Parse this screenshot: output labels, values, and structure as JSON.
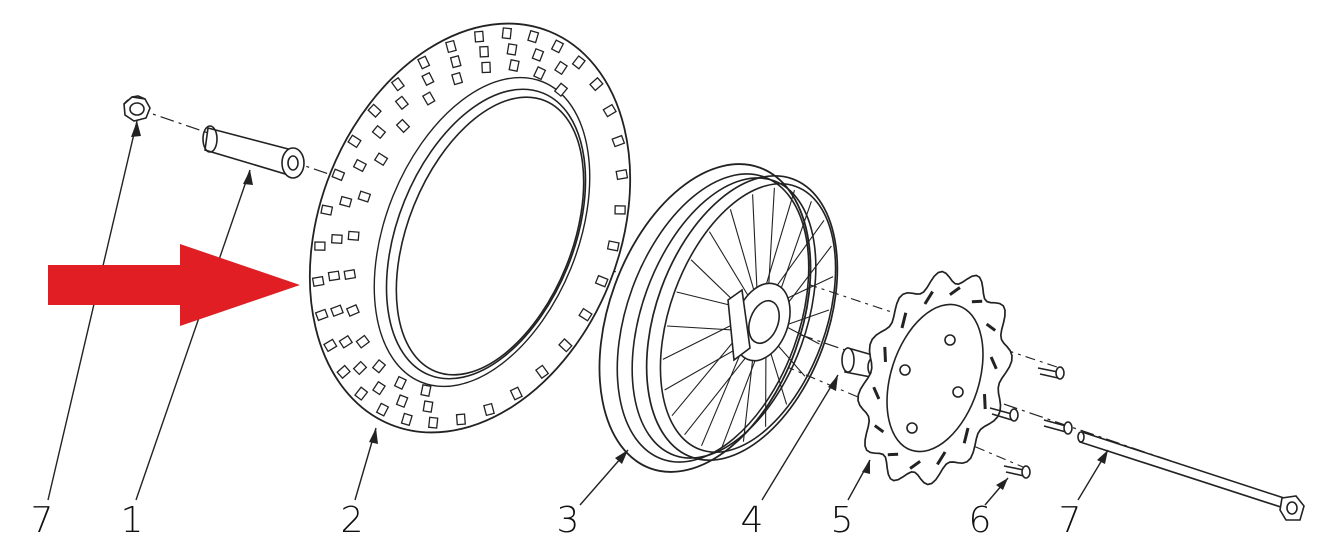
{
  "diagram": {
    "parts": [
      {
        "id": "axle-nut",
        "label": "7"
      },
      {
        "id": "spacer-left",
        "label": "1"
      },
      {
        "id": "tire",
        "label": "2"
      },
      {
        "id": "rim-wheel",
        "label": "3"
      },
      {
        "id": "spacer-right",
        "label": "4"
      },
      {
        "id": "brake-disc",
        "label": "5"
      },
      {
        "id": "disc-bolt",
        "label": "6"
      },
      {
        "id": "axle",
        "label": "7"
      }
    ],
    "colors": {
      "line": "#222222",
      "arrow": "#e01e24",
      "background": "#ffffff"
    }
  }
}
